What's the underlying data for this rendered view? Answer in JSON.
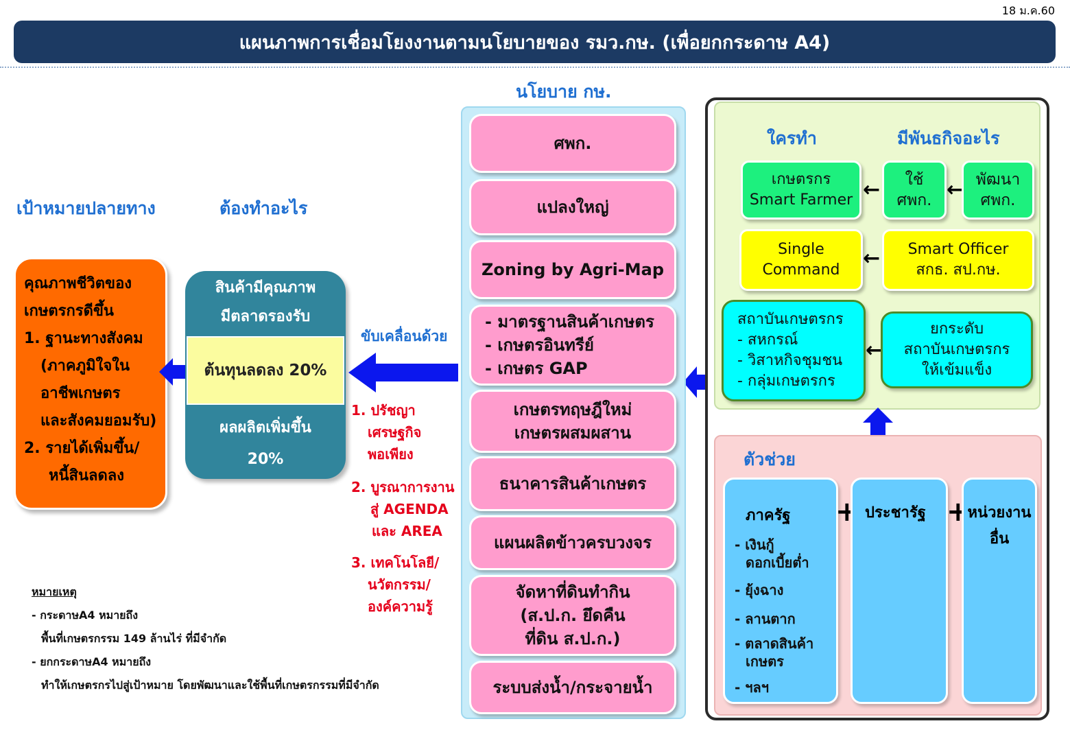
{
  "date": "18 ม.ค.60",
  "title": "แผนภาพการเชื่อมโยงงานตามนโยบายของ รมว.กษ. (เพื่อยกกระดาษ A4)",
  "headers": {
    "goal": "เป้าหมายปลายทาง",
    "todo": "ต้องทำอะไร",
    "policy": "นโยบาย กษ.",
    "who": "ใครทำ",
    "mission": "มีพันธกิจอะไร",
    "helper": "ตัวช่วย"
  },
  "goal_box": {
    "lines": [
      "คุณภาพชีวิตของ",
      "เกษตรกรดีขึ้น",
      "1. ฐานะทางสังคม",
      "(ภาคภูมิใจใน",
      "อาชีพเกษตร",
      "และสังคมยอมรับ)",
      "2. รายได้เพิ่มขึ้น/",
      "หนี้สินลดลง"
    ]
  },
  "todo_box": {
    "top1": "สินค้ามีคุณภาพ",
    "top2": "มีตลาดรองรับ",
    "middle": "ต้นทุนลดลง 20%",
    "bottom1": "ผลผลิตเพิ่มขึ้น",
    "bottom2": "20%"
  },
  "drive": {
    "label": "ขับเคลื่อนด้วย",
    "items": [
      [
        "1. ปรัชญา",
        "เศรษฐกิจ",
        "พอเพียง"
      ],
      [
        "2. บูรณาการงาน",
        "สู่ AGENDA",
        "และ AREA"
      ],
      [
        "3. เทคโนโลยี/",
        "นวัตกรรม/",
        "องค์ความรู้"
      ]
    ]
  },
  "policies": [
    {
      "lines": [
        "ศพก."
      ]
    },
    {
      "lines": [
        "แปลงใหญ่"
      ]
    },
    {
      "lines": [
        "Zoning by Agri-Map"
      ]
    },
    {
      "lines": [
        "- มาตรฐานสินค้าเกษตร",
        "- เกษตรอินทรีย์",
        "- เกษตร GAP"
      ]
    },
    {
      "lines": [
        "เกษตรทฤษฎีใหม่",
        "เกษตรผสมผสาน"
      ]
    },
    {
      "lines": [
        "ธนาคารสินค้าเกษตร"
      ]
    },
    {
      "lines": [
        "แผนผลิตข้าวครบวงจร"
      ]
    },
    {
      "lines": [
        "จัดหาที่ดินทำกิน",
        "(ส.ป.ก. ยึดคืน",
        "ที่ดิน ส.ป.ก.)"
      ]
    },
    {
      "lines": [
        "ระบบส่งน้ำ/กระจายน้ำ"
      ]
    }
  ],
  "actors": {
    "farmer": [
      "เกษตรกร",
      "Smart Farmer"
    ],
    "use": [
      "ใช้",
      "ศพก."
    ],
    "develop": [
      "พัฒนา",
      "ศพก."
    ],
    "single": [
      "Single",
      "Command"
    ],
    "officer": [
      "Smart Officer",
      "สกธ. สป.กษ."
    ],
    "institution": [
      "สถาบันเกษตรกร",
      "- สหกรณ์",
      "- วิสาหกิจชุมชน",
      "- กลุ่มเกษตรกร"
    ],
    "raise": [
      "ยกระดับ",
      "สถาบันเกษตรกร",
      "ให้เข้มแข็ง"
    ]
  },
  "helpers": {
    "state": "ภาครัฐ",
    "state_items": [
      [
        "- เงินกู้",
        "ดอกเบี้ยต่ำ"
      ],
      [
        "- ยุ้งฉาง"
      ],
      [
        "- ลานตาก"
      ],
      [
        "- ตลาดสินค้า",
        "เกษตร"
      ],
      [
        "- ฯลฯ"
      ]
    ],
    "civil": "ประชารัฐ",
    "other": [
      "หน่วยงาน",
      "อื่น"
    ]
  },
  "notes": {
    "title": "หมายเหตุ",
    "lines": [
      "- กระดาษA4 หมายถึง",
      "พื้นที่เกษตรกรรม 149 ล้านไร่ ที่มีจำกัด",
      "- ยกกระดาษA4 หมายถึง",
      "ทำให้เกษตรกรไปสู่เป้าหมาย โดยพัฒนาและใช้พื้นที่เกษตรกรรมที่มีจำกัด"
    ]
  },
  "colors": {
    "title_bg": "#1c3a63",
    "header_text": "#1f6fd1",
    "goal_box": "#ff6a00",
    "todo_box": "#31859c",
    "todo_mid": "#fbfc9f",
    "drive_text": "#e5001b",
    "policy_box": "#ff9ccd",
    "arrow": "#0b17ee"
  }
}
